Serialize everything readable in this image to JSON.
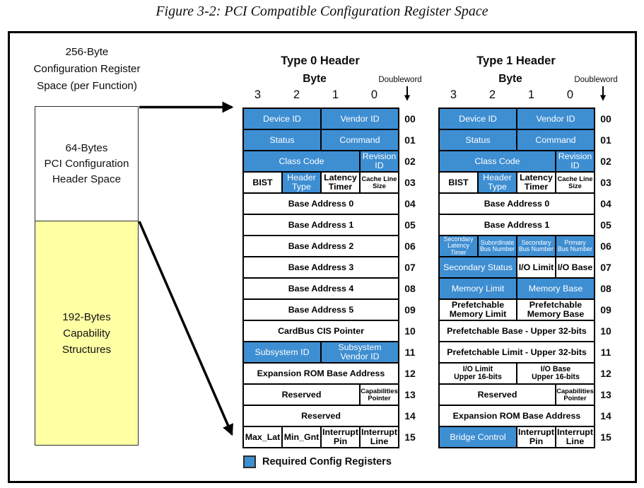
{
  "figure_title": "Figure 3-2: PCI Compatible Configuration Register Space",
  "colors": {
    "required_register_blue": "#3E8ED2",
    "capability_yellow": "#FFFFA3",
    "border_black": "#000000"
  },
  "left_panel": {
    "caption": "256-Byte\nConfiguration Register\nSpace (per Function)",
    "header_space_label": "64-Bytes\nPCI Configuration\nHeader Space",
    "capability_label": "192-Bytes\nCapability\nStructures"
  },
  "byte_header": {
    "label": "Byte",
    "numbers": [
      "3",
      "2",
      "1",
      "0"
    ],
    "doubleword": "Doubleword"
  },
  "row_numbers": [
    "00",
    "01",
    "02",
    "03",
    "04",
    "05",
    "06",
    "07",
    "08",
    "09",
    "10",
    "11",
    "12",
    "13",
    "14",
    "15"
  ],
  "tables": [
    {
      "title": "Type 0 Header",
      "rows": [
        [
          {
            "label": "Device ID",
            "span": 2,
            "blue": true
          },
          {
            "label": "Vendor ID",
            "span": 2,
            "blue": true
          }
        ],
        [
          {
            "label": "Status",
            "span": 2,
            "blue": true
          },
          {
            "label": "Command",
            "span": 2,
            "blue": true
          }
        ],
        [
          {
            "label": "Class Code",
            "span": 3,
            "blue": true
          },
          {
            "label": "Revision\nID",
            "span": 1,
            "blue": true
          }
        ],
        [
          {
            "label": "BIST",
            "span": 1
          },
          {
            "label": "Header\nType",
            "span": 1,
            "blue": true
          },
          {
            "label": "Latency\nTimer",
            "span": 1
          },
          {
            "label": "Cache Line\nSize",
            "span": 1,
            "size": "small"
          }
        ],
        [
          {
            "label": "Base Address 0",
            "span": 4
          }
        ],
        [
          {
            "label": "Base Address 1",
            "span": 4
          }
        ],
        [
          {
            "label": "Base Address 2",
            "span": 4
          }
        ],
        [
          {
            "label": "Base Address 3",
            "span": 4
          }
        ],
        [
          {
            "label": "Base Address 4",
            "span": 4
          }
        ],
        [
          {
            "label": "Base Address 5",
            "span": 4
          }
        ],
        [
          {
            "label": "CardBus CIS Pointer",
            "span": 4
          }
        ],
        [
          {
            "label": "Subsystem ID",
            "span": 2,
            "blue": true
          },
          {
            "label": "Subsystem\nVendor ID",
            "span": 2,
            "blue": true
          }
        ],
        [
          {
            "label": "Expansion ROM Base Address",
            "span": 4
          }
        ],
        [
          {
            "label": "Reserved",
            "span": 3
          },
          {
            "label": "Capabilities\nPointer",
            "span": 1,
            "size": "small"
          }
        ],
        [
          {
            "label": "Reserved",
            "span": 4
          }
        ],
        [
          {
            "label": "Max_Lat",
            "span": 1
          },
          {
            "label": "Min_Gnt",
            "span": 1
          },
          {
            "label": "Interrupt\nPin",
            "span": 1
          },
          {
            "label": "Interrupt\nLine",
            "span": 1
          }
        ]
      ]
    },
    {
      "title": "Type 1 Header",
      "rows": [
        [
          {
            "label": "Device ID",
            "span": 2,
            "blue": true
          },
          {
            "label": "Vendor ID",
            "span": 2,
            "blue": true
          }
        ],
        [
          {
            "label": "Status",
            "span": 2,
            "blue": true
          },
          {
            "label": "Command",
            "span": 2,
            "blue": true
          }
        ],
        [
          {
            "label": "Class Code",
            "span": 3,
            "blue": true
          },
          {
            "label": "Revision\nID",
            "span": 1,
            "blue": true
          }
        ],
        [
          {
            "label": "BIST",
            "span": 1
          },
          {
            "label": "Header\nType",
            "span": 1,
            "blue": true
          },
          {
            "label": "Latency\nTimer",
            "span": 1
          },
          {
            "label": "Cache Line\nSize",
            "span": 1,
            "size": "small"
          }
        ],
        [
          {
            "label": "Base Address 0",
            "span": 4
          }
        ],
        [
          {
            "label": "Base Address 1",
            "span": 4
          }
        ],
        [
          {
            "label": "Secondary\nLatency Timer",
            "span": 1,
            "blue": true,
            "size": "tiny"
          },
          {
            "label": "Subordinate\nBus Number",
            "span": 1,
            "blue": true,
            "size": "tiny"
          },
          {
            "label": "Secondary\nBus Number",
            "span": 1,
            "blue": true,
            "size": "tiny"
          },
          {
            "label": "Primary\nBus Number",
            "span": 1,
            "blue": true,
            "size": "tiny"
          }
        ],
        [
          {
            "label": "Secondary Status",
            "span": 2,
            "blue": true
          },
          {
            "label": "I/O Limit",
            "span": 1
          },
          {
            "label": "I/O Base",
            "span": 1
          }
        ],
        [
          {
            "label": "Memory Limit",
            "span": 2,
            "blue": true
          },
          {
            "label": "Memory Base",
            "span": 2,
            "blue": true
          }
        ],
        [
          {
            "label": "Prefetchable\nMemory Limit",
            "span": 2
          },
          {
            "label": "Prefetchable\nMemory Base",
            "span": 2
          }
        ],
        [
          {
            "label": "Prefetchable Base - Upper 32-bits",
            "span": 4
          }
        ],
        [
          {
            "label": "Prefetchable Limit - Upper 32-bits",
            "span": 4
          }
        ],
        [
          {
            "label": "I/O Limit\nUpper 16-bits",
            "span": 2,
            "size": "smallish"
          },
          {
            "label": "I/O Base\nUpper 16-bits",
            "span": 2,
            "size": "smallish"
          }
        ],
        [
          {
            "label": "Reserved",
            "span": 3
          },
          {
            "label": "Capabilities\nPointer",
            "span": 1,
            "size": "small"
          }
        ],
        [
          {
            "label": "Expansion ROM Base Address",
            "span": 4
          }
        ],
        [
          {
            "label": "Bridge Control",
            "span": 2,
            "blue": true
          },
          {
            "label": "Interrupt\nPin",
            "span": 1
          },
          {
            "label": "Interrupt\nLine",
            "span": 1
          }
        ]
      ]
    }
  ],
  "legend": {
    "label": "Required Config Registers"
  }
}
